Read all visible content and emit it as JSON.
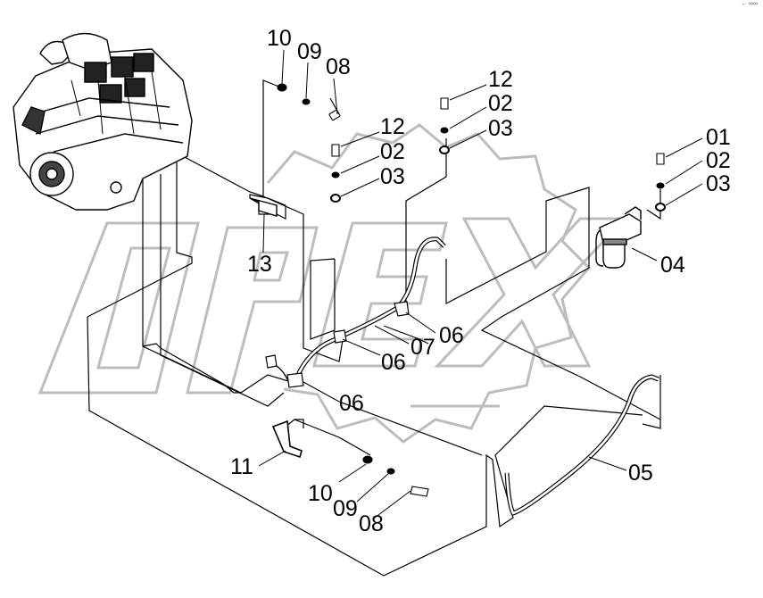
{
  "watermark": {
    "text": "OPEX",
    "color": "#bdbdbd"
  },
  "corner_mark": "← ∞∞",
  "colors": {
    "line": "#000000",
    "background": "#ffffff"
  },
  "callouts": {
    "c10_top": "10",
    "c09_top": "09",
    "c08_top": "08",
    "c12_mid": "12",
    "c02_mid": "02",
    "c03_mid": "03",
    "c12_right": "12",
    "c02_right": "02",
    "c03_right": "03",
    "c01": "01",
    "c02_far": "02",
    "c03_far": "03",
    "c04": "04",
    "c13": "13",
    "c06_right": "06",
    "c07": "07",
    "c06_mid": "06",
    "c06_left": "06",
    "c05": "05",
    "c11": "11",
    "c10_bot": "10",
    "c09_bot": "09",
    "c08_bot": "08"
  }
}
